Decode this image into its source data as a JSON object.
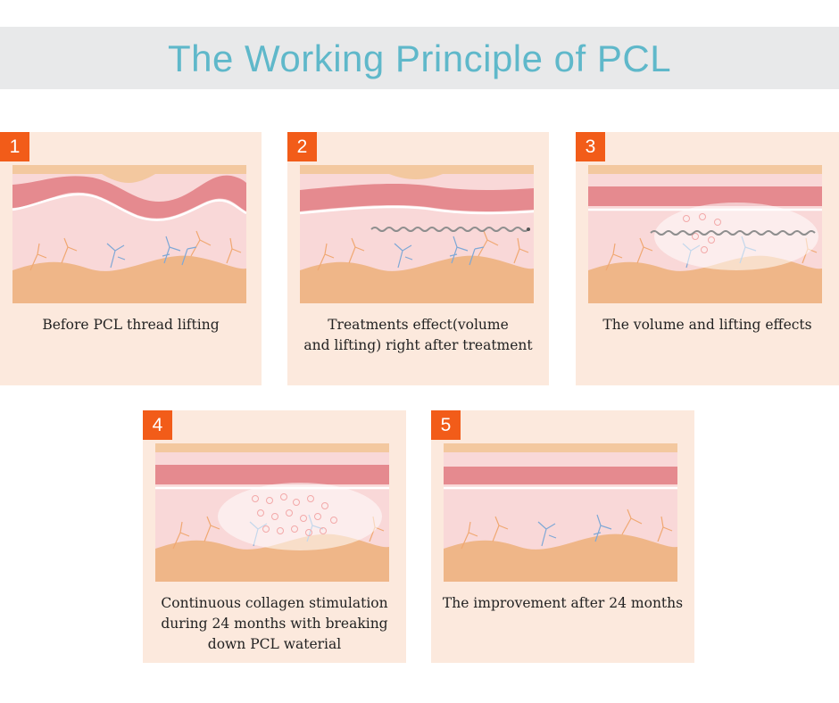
{
  "title": "The Working Principle of PCL",
  "colors": {
    "title": "#5fb8ca",
    "badge": "#f25c19",
    "card": "#fce9dd",
    "epidermis": "#f3c89f",
    "dermis_band": "#e58a8f",
    "dermis": "#f9d8d8",
    "fat": "#efb688"
  },
  "steps": [
    {
      "number": "1",
      "caption_lines": [
        "Before PCL thread lifting"
      ]
    },
    {
      "number": "2",
      "caption_lines": [
        "Treatments effect(volume",
        "and lifting) right after treatment"
      ]
    },
    {
      "number": "3",
      "caption_lines": [
        "The volume and lifting effects"
      ]
    },
    {
      "number": "4",
      "caption_lines": [
        "Continuous collagen stimulation",
        "during 24 months with breaking",
        "down PCL waterial"
      ]
    },
    {
      "number": "5",
      "caption_lines": [
        "The improvement after 24 months"
      ]
    }
  ]
}
